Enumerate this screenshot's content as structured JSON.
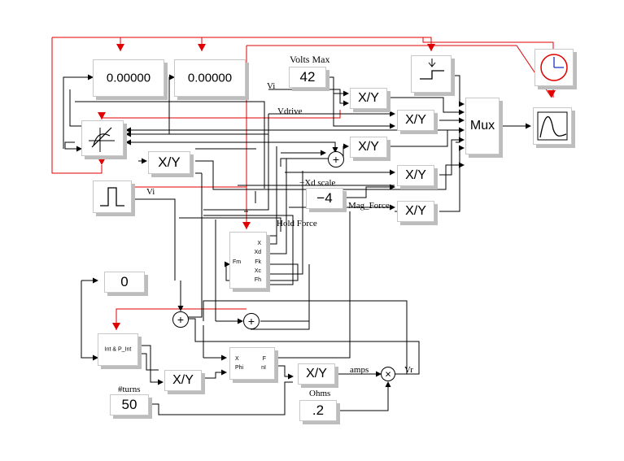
{
  "colors": {
    "wire": "#000000",
    "event": "#e00000",
    "shadow": "#bdbdbd"
  },
  "blocks": {
    "display1": "0.00000",
    "display2": "0.00000",
    "volts_max": "42",
    "xd_scale": "−4",
    "zero_const": "0",
    "turns_const": "50",
    "ohms_const": ".2",
    "div_label": "X/Y",
    "mux_label": "Mux",
    "hold_force_block": {
      "ports_in": [
        "Fm"
      ],
      "ports_out": [
        "X",
        "Xd",
        "Fk",
        "Xc",
        "Fh"
      ]
    },
    "int_block": "Int & P_Int",
    "magnet_block": {
      "ports_in": [
        "X",
        "Phi"
      ],
      "ports_out": [
        "F",
        "nI"
      ]
    }
  },
  "labels": {
    "volts_max": "Volts Max",
    "vi_top": "Vi",
    "vdrive": "Vdrive",
    "vi_left": "Vi",
    "xd_scale": "−Xd scale",
    "mag_force": "Mag_Force",
    "hold_force": "Hold Force",
    "turns": "#turns",
    "amps": "amps",
    "vr": "Vr",
    "ohms": "Ohms"
  },
  "icons": [
    "step-icon",
    "pulse-icon",
    "clock-icon",
    "scope-icon",
    "saturation-icon",
    "sum-icon",
    "product-icon"
  ]
}
